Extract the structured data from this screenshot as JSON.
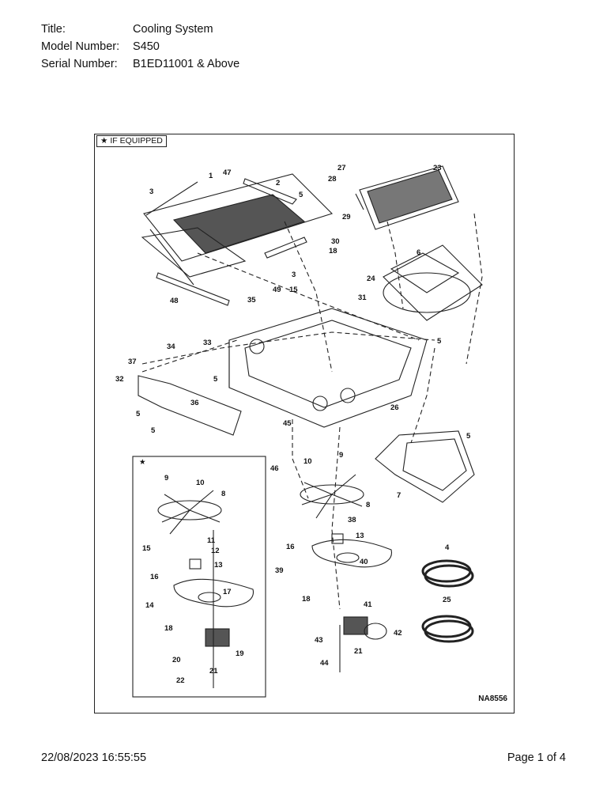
{
  "header": {
    "title_label": "Title:",
    "title_value": "Cooling System",
    "model_label": "Model Number:",
    "model_value": "S450",
    "serial_label": "Serial Number:",
    "serial_value": "B1ED11001 & Above"
  },
  "diagram": {
    "if_equipped": "★ IF EQUIPPED",
    "inset_star": "★",
    "reference": "NA8556",
    "callouts": [
      "1",
      "47",
      "2",
      "3",
      "5",
      "27",
      "23",
      "28",
      "29",
      "30",
      "18",
      "6",
      "24",
      "3",
      "48",
      "35",
      "49",
      "15",
      "31",
      "5",
      "34",
      "33",
      "37",
      "32",
      "5",
      "36",
      "5",
      "5",
      "26",
      "45",
      "46",
      "5",
      "7",
      "10",
      "9",
      "8",
      "38",
      "13",
      "16",
      "40",
      "39",
      "18",
      "41",
      "42",
      "43",
      "21",
      "44",
      "4",
      "25",
      "9",
      "10",
      "8",
      "11",
      "12",
      "15",
      "13",
      "16",
      "17",
      "14",
      "18",
      "19",
      "20",
      "21",
      "22"
    ]
  },
  "footer": {
    "timestamp": "22/08/2023 16:55:55",
    "page": "Page 1 of 4"
  }
}
